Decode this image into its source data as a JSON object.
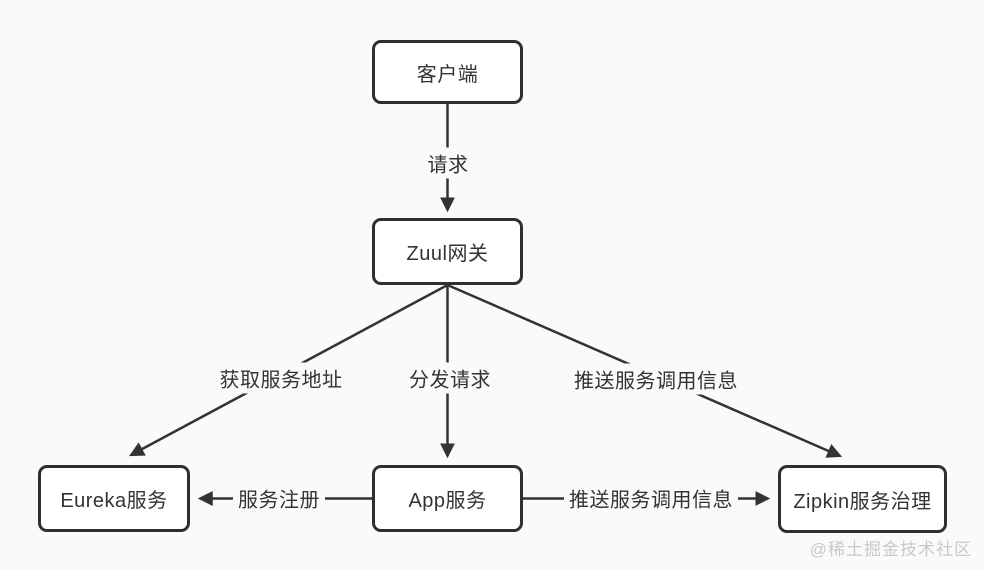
{
  "diagram": {
    "nodes": {
      "client": {
        "label": "客户端"
      },
      "zuul": {
        "label": "Zuul网关"
      },
      "eureka": {
        "label": "Eureka服务"
      },
      "app": {
        "label": "App服务"
      },
      "zipkin": {
        "label": "Zipkin服务治理"
      }
    },
    "edges": {
      "client_to_zuul": {
        "label": "请求"
      },
      "zuul_to_eureka": {
        "label": "获取服务地址"
      },
      "zuul_to_app": {
        "label": "分发请求"
      },
      "zuul_to_zipkin": {
        "label": "推送服务调用信息"
      },
      "app_to_eureka": {
        "label": "服务注册"
      },
      "app_to_zipkin": {
        "label": "推送服务调用信息"
      }
    },
    "watermark": "@稀土掘金技术社区",
    "colors": {
      "background": "#fafafa",
      "line": "#333333",
      "box_border": "#2f2f2f",
      "box_fill": "#ffffff",
      "text": "#333333",
      "watermark_text": "#c9c9c9"
    }
  }
}
